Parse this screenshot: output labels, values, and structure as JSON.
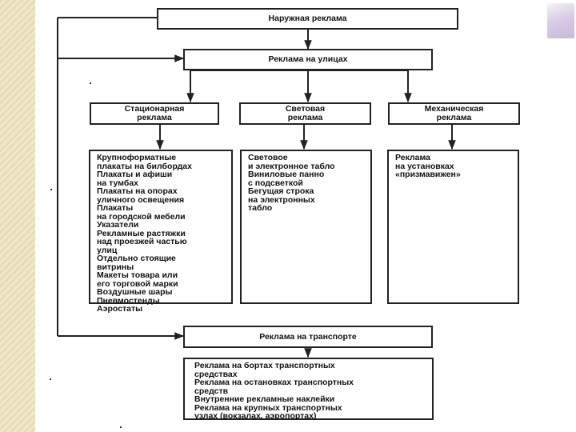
{
  "diagram": {
    "root": "Наружная реклама",
    "street": "Реклама на улицах",
    "transport": "Реклама на транспорте",
    "categories": [
      "Стационарная\nреклама",
      "Световая\nреклама",
      "Механическая\nреклама"
    ],
    "stationary_items": [
      "Крупноформатные\nплакаты на билбордах",
      "Плакаты и афиши\nна тумбах",
      "Плакаты на опорах\nуличного освещения",
      "Плакаты\nна городской мебели",
      "Указатели",
      "Рекламные растяжки\nнад проезжей частью\nулиц",
      "Отдельно стоящие\nвитрины",
      "Макеты товара или\nего торговой марки",
      "Воздушные шары",
      "Пневмостенды",
      "Аэростаты"
    ],
    "light_items": [
      "Световое\nи электронное табло",
      "Виниловые панно\nс подсветкой",
      "Бегущая строка\nна электронных\nтабло"
    ],
    "mechanical_items": [
      "Реклама\nна установках\n«призмавижен»"
    ],
    "transport_items": [
      "Реклама на бортах транспортных\nсредствах",
      "Реклама на остановках транспортных\nсредств",
      "Внутренние рекламные наклейки",
      "Реклама на крупных транспортных\nузлах (вокзалах, аэропортах)"
    ]
  }
}
